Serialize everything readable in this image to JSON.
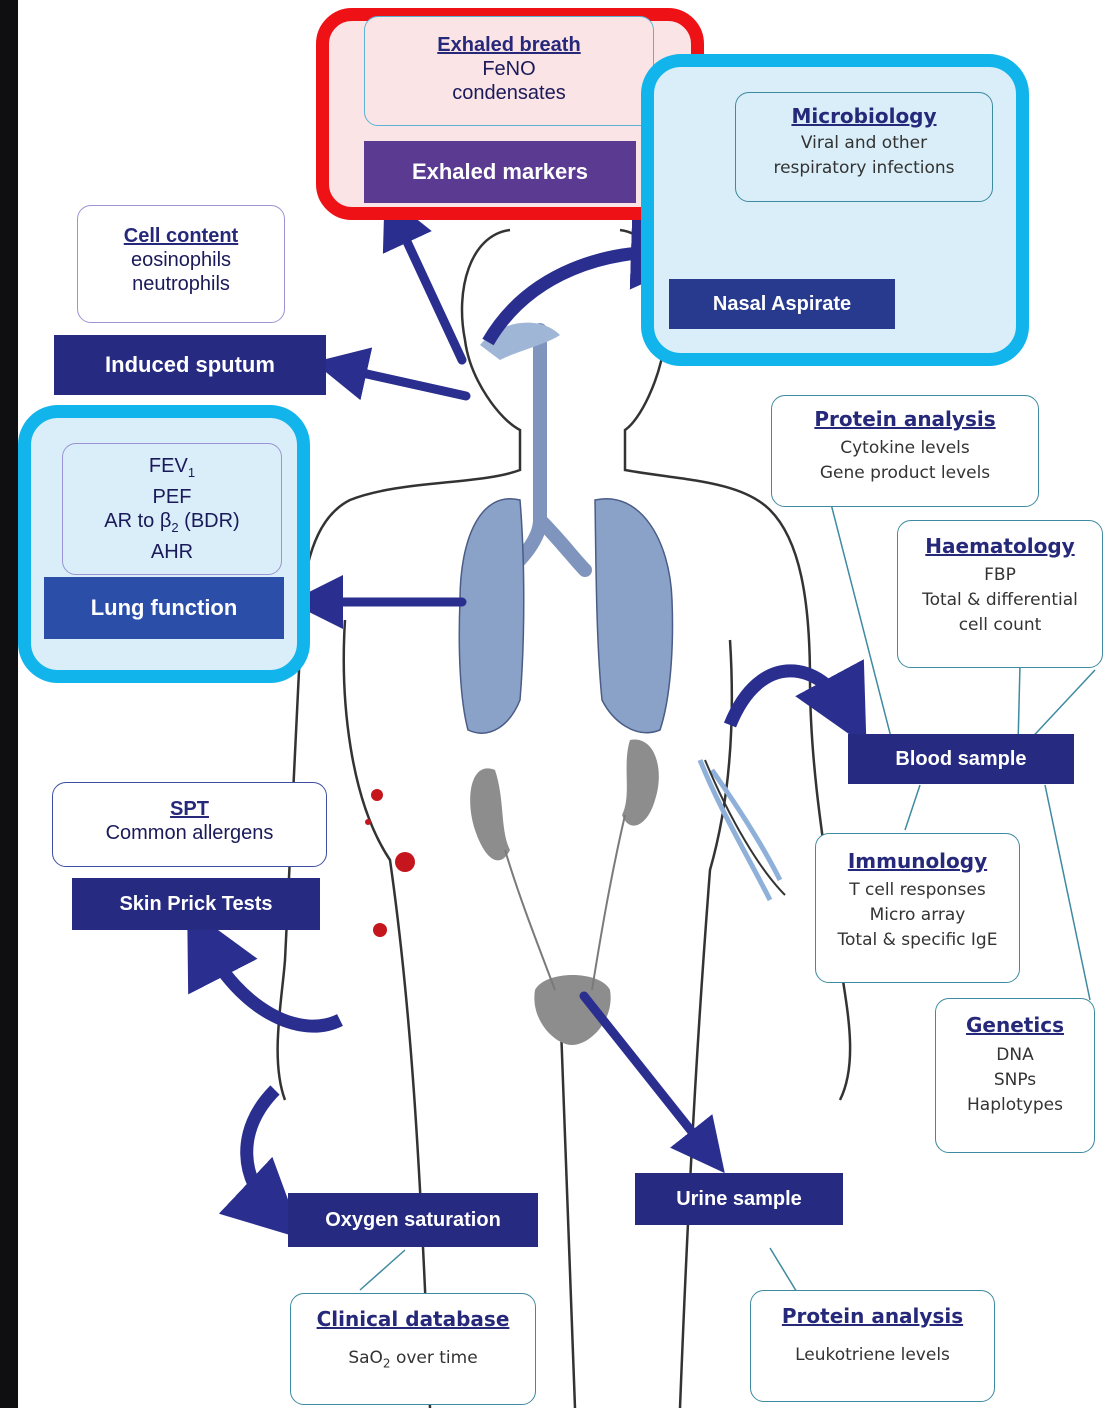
{
  "exhaled": {
    "heading": "Exhaled breath",
    "lines": [
      "FeNO",
      "condensates"
    ],
    "label": "Exhaled markers"
  },
  "microbiology": {
    "heading": "Microbiology",
    "lines": [
      "Viral and other",
      "respiratory infections"
    ],
    "label": "Nasal Aspirate"
  },
  "sputum": {
    "heading": "Cell content",
    "lines": [
      "eosinophils",
      "neutrophils"
    ],
    "label": "Induced sputum"
  },
  "lung": {
    "line1_main": "FEV",
    "line1_sub": "1",
    "line2": "PEF",
    "line3_pre": "AR to β",
    "line3_sub": "2",
    "line3_post": " (BDR)",
    "line4": "AHR",
    "label": "Lung function"
  },
  "protein_blood": {
    "heading": "Protein analysis",
    "lines": [
      "Cytokine levels",
      "Gene product levels"
    ]
  },
  "haematology": {
    "heading": "Haematology",
    "lines": [
      "FBP",
      "Total & differential",
      "cell count"
    ]
  },
  "blood": {
    "label": "Blood sample"
  },
  "immunology": {
    "heading": "Immunology",
    "lines": [
      "T cell responses",
      "Micro array",
      "Total & specific IgE"
    ]
  },
  "genetics": {
    "heading": "Genetics",
    "lines": [
      "DNA",
      "SNPs",
      "Haplotypes"
    ]
  },
  "spt": {
    "heading": "SPT",
    "lines": [
      "Common allergens"
    ],
    "label": "Skin Prick Tests"
  },
  "oxygen": {
    "label": "Oxygen saturation"
  },
  "clinical": {
    "heading": "Clinical database",
    "line_pre": "SaO",
    "line_sub": "2",
    "line_post": " over time"
  },
  "urine": {
    "label": "Urine sample"
  },
  "protein_urine": {
    "heading": "Protein analysis",
    "lines": [
      "Leukotriene levels"
    ]
  },
  "colors": {
    "navy": "#262a80",
    "frame_blue": "#12b4ec",
    "frame_red": "#ee1115",
    "arrow": "#2a2f8f",
    "lung": "#8aa2c8",
    "organ": "#8d8d8d"
  }
}
